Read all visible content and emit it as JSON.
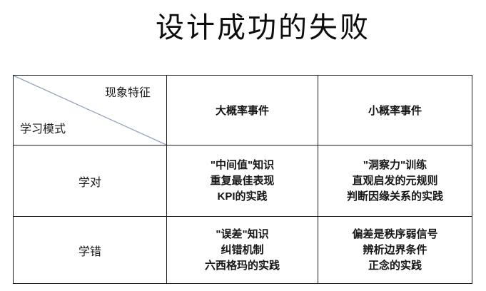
{
  "title": "设计成功的失败",
  "table": {
    "corner": {
      "top_label": "现象特征",
      "bottom_label": "学习模式"
    },
    "columns": [
      "大概率事件",
      "小概率事件"
    ],
    "rows": [
      {
        "label": "学对",
        "cells": [
          [
            "\"中间值\"知识",
            "重复最佳表现",
            "KPI的实践"
          ],
          [
            "\"洞察力\"训练",
            "直观启发的元规则",
            "判断因缘关系的实践"
          ]
        ]
      },
      {
        "label": "学错",
        "cells": [
          [
            "\"误差\"知识",
            "纠错机制",
            "六西格玛的实践"
          ],
          [
            "偏差是秩序弱信号",
            "辨析边界条件",
            "正念的实践"
          ]
        ]
      }
    ]
  },
  "colors": {
    "diagonal_line": "#93a2bd",
    "border": "#1f1f1f",
    "background": "#ffffff",
    "text": "#1a1a1a"
  }
}
